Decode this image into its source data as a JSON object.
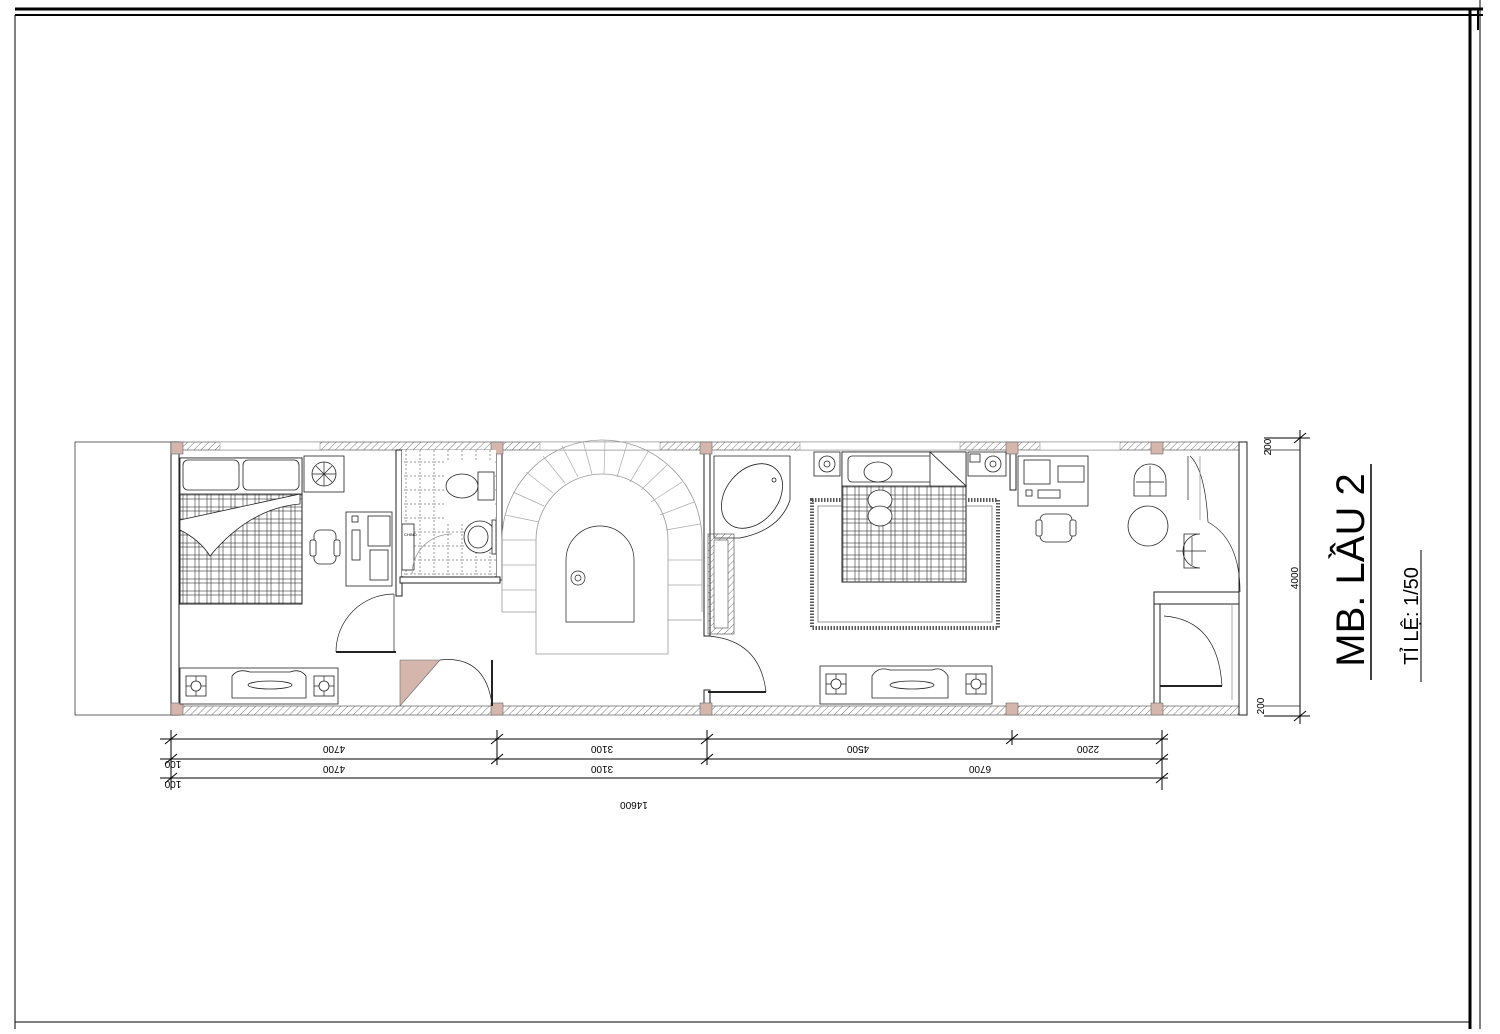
{
  "title": {
    "main": "MB. LẦU 2",
    "scale": "TỈ LỆ: 1/50"
  },
  "dimensions": {
    "row1": [
      "4700",
      "3100",
      "4500",
      "2200"
    ],
    "row2": [
      "4700",
      "3100",
      "6700"
    ],
    "offset_labels": [
      "100",
      "100"
    ],
    "total": "14600",
    "vertical": [
      "200",
      "4000",
      "200"
    ]
  },
  "labels": {
    "shower_tag": "CHIND"
  },
  "colors": {
    "column": "#d4b6ad",
    "line": "#000000",
    "background": "#ffffff"
  }
}
